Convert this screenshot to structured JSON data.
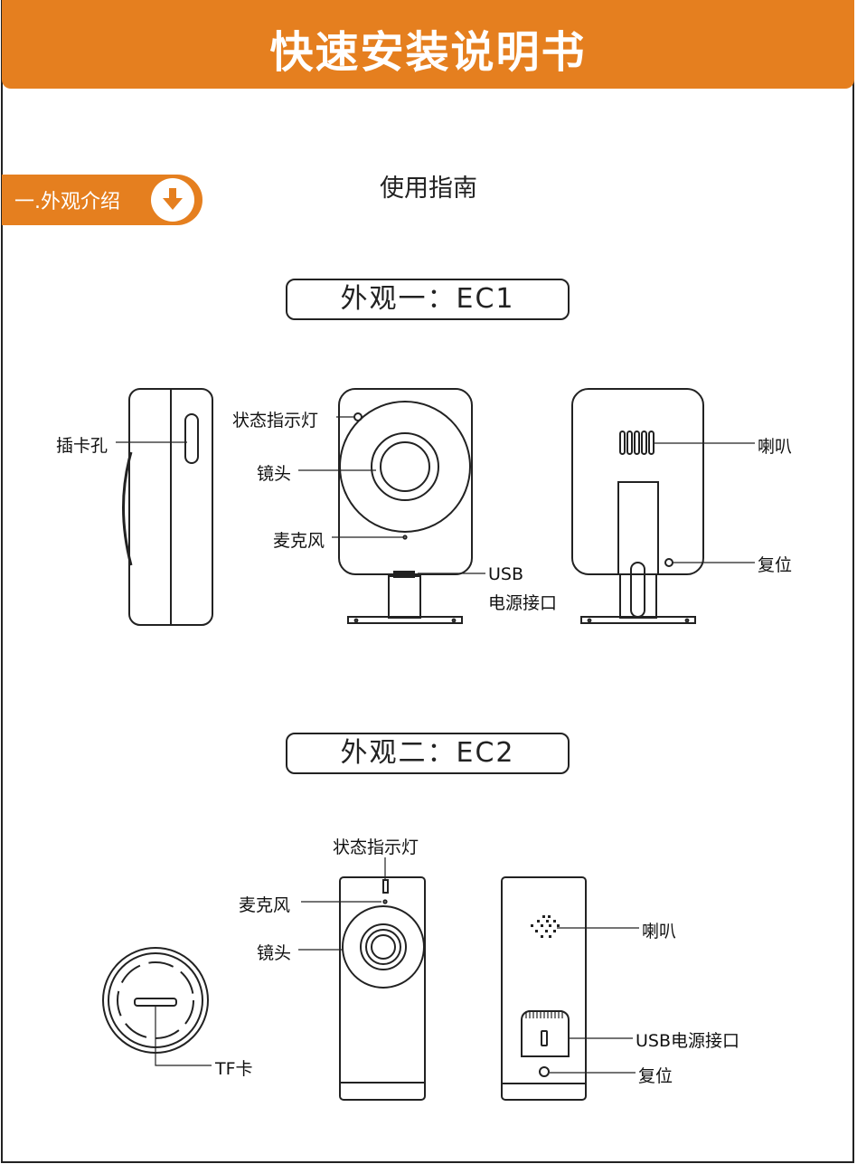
{
  "header": {
    "title": "快速安装说明书"
  },
  "section": {
    "label": "一.外观介绍"
  },
  "guide_title": "使用指南",
  "ec1": {
    "title": "外观一：EC1",
    "labels": {
      "card_slot": "插卡孔",
      "status_light": "状态指示灯",
      "lens": "镜头",
      "microphone": "麦克风",
      "usb_line1": "USB",
      "usb_line2": "电源接口",
      "speaker": "喇叭",
      "reset": "复位"
    }
  },
  "ec2": {
    "title": "外观二：EC2",
    "labels": {
      "status_light": "状态指示灯",
      "microphone": "麦克风",
      "lens": "镜头",
      "tf_card": "TF卡",
      "speaker": "喇叭",
      "usb_power": "USB电源接口",
      "reset": "复位"
    }
  },
  "colors": {
    "accent": "#e57f1f",
    "line": "#222222"
  },
  "icons": {
    "tab_arrow": "arrow-down-icon"
  }
}
